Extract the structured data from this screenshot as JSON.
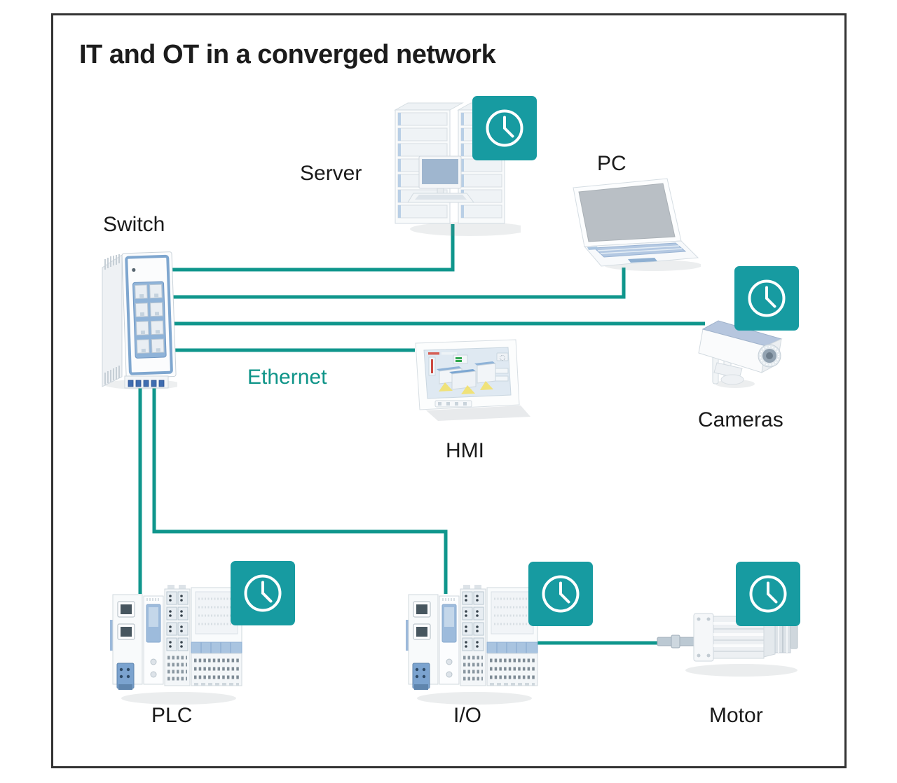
{
  "title": "IT and OT in a converged network",
  "network_label": "Ethernet",
  "nodes": {
    "switch": {
      "label": "Switch",
      "has_clock": false
    },
    "server": {
      "label": "Server",
      "has_clock": true
    },
    "pc": {
      "label": "PC",
      "has_clock": false
    },
    "cameras": {
      "label": "Cameras",
      "has_clock": true
    },
    "hmi": {
      "label": "HMI",
      "has_clock": false
    },
    "plc": {
      "label": "PLC",
      "has_clock": true
    },
    "io": {
      "label": "I/O",
      "has_clock": true
    },
    "motor": {
      "label": "Motor",
      "has_clock": true
    }
  },
  "connections": [
    {
      "from": "switch",
      "to": "server"
    },
    {
      "from": "switch",
      "to": "pc"
    },
    {
      "from": "switch",
      "to": "cameras"
    },
    {
      "from": "switch",
      "to": "hmi"
    },
    {
      "from": "switch",
      "to": "plc"
    },
    {
      "from": "switch",
      "to": "io"
    },
    {
      "from": "io",
      "to": "motor"
    }
  ],
  "icons": {
    "clock": "clock-icon"
  },
  "colors": {
    "connection_line_teal": "#0F968C",
    "clock_badge_teal": "#179BA1",
    "ethernet_text_teal": "#0E9488",
    "title_text": "#1C1C1C",
    "frame_border": "#333333"
  }
}
